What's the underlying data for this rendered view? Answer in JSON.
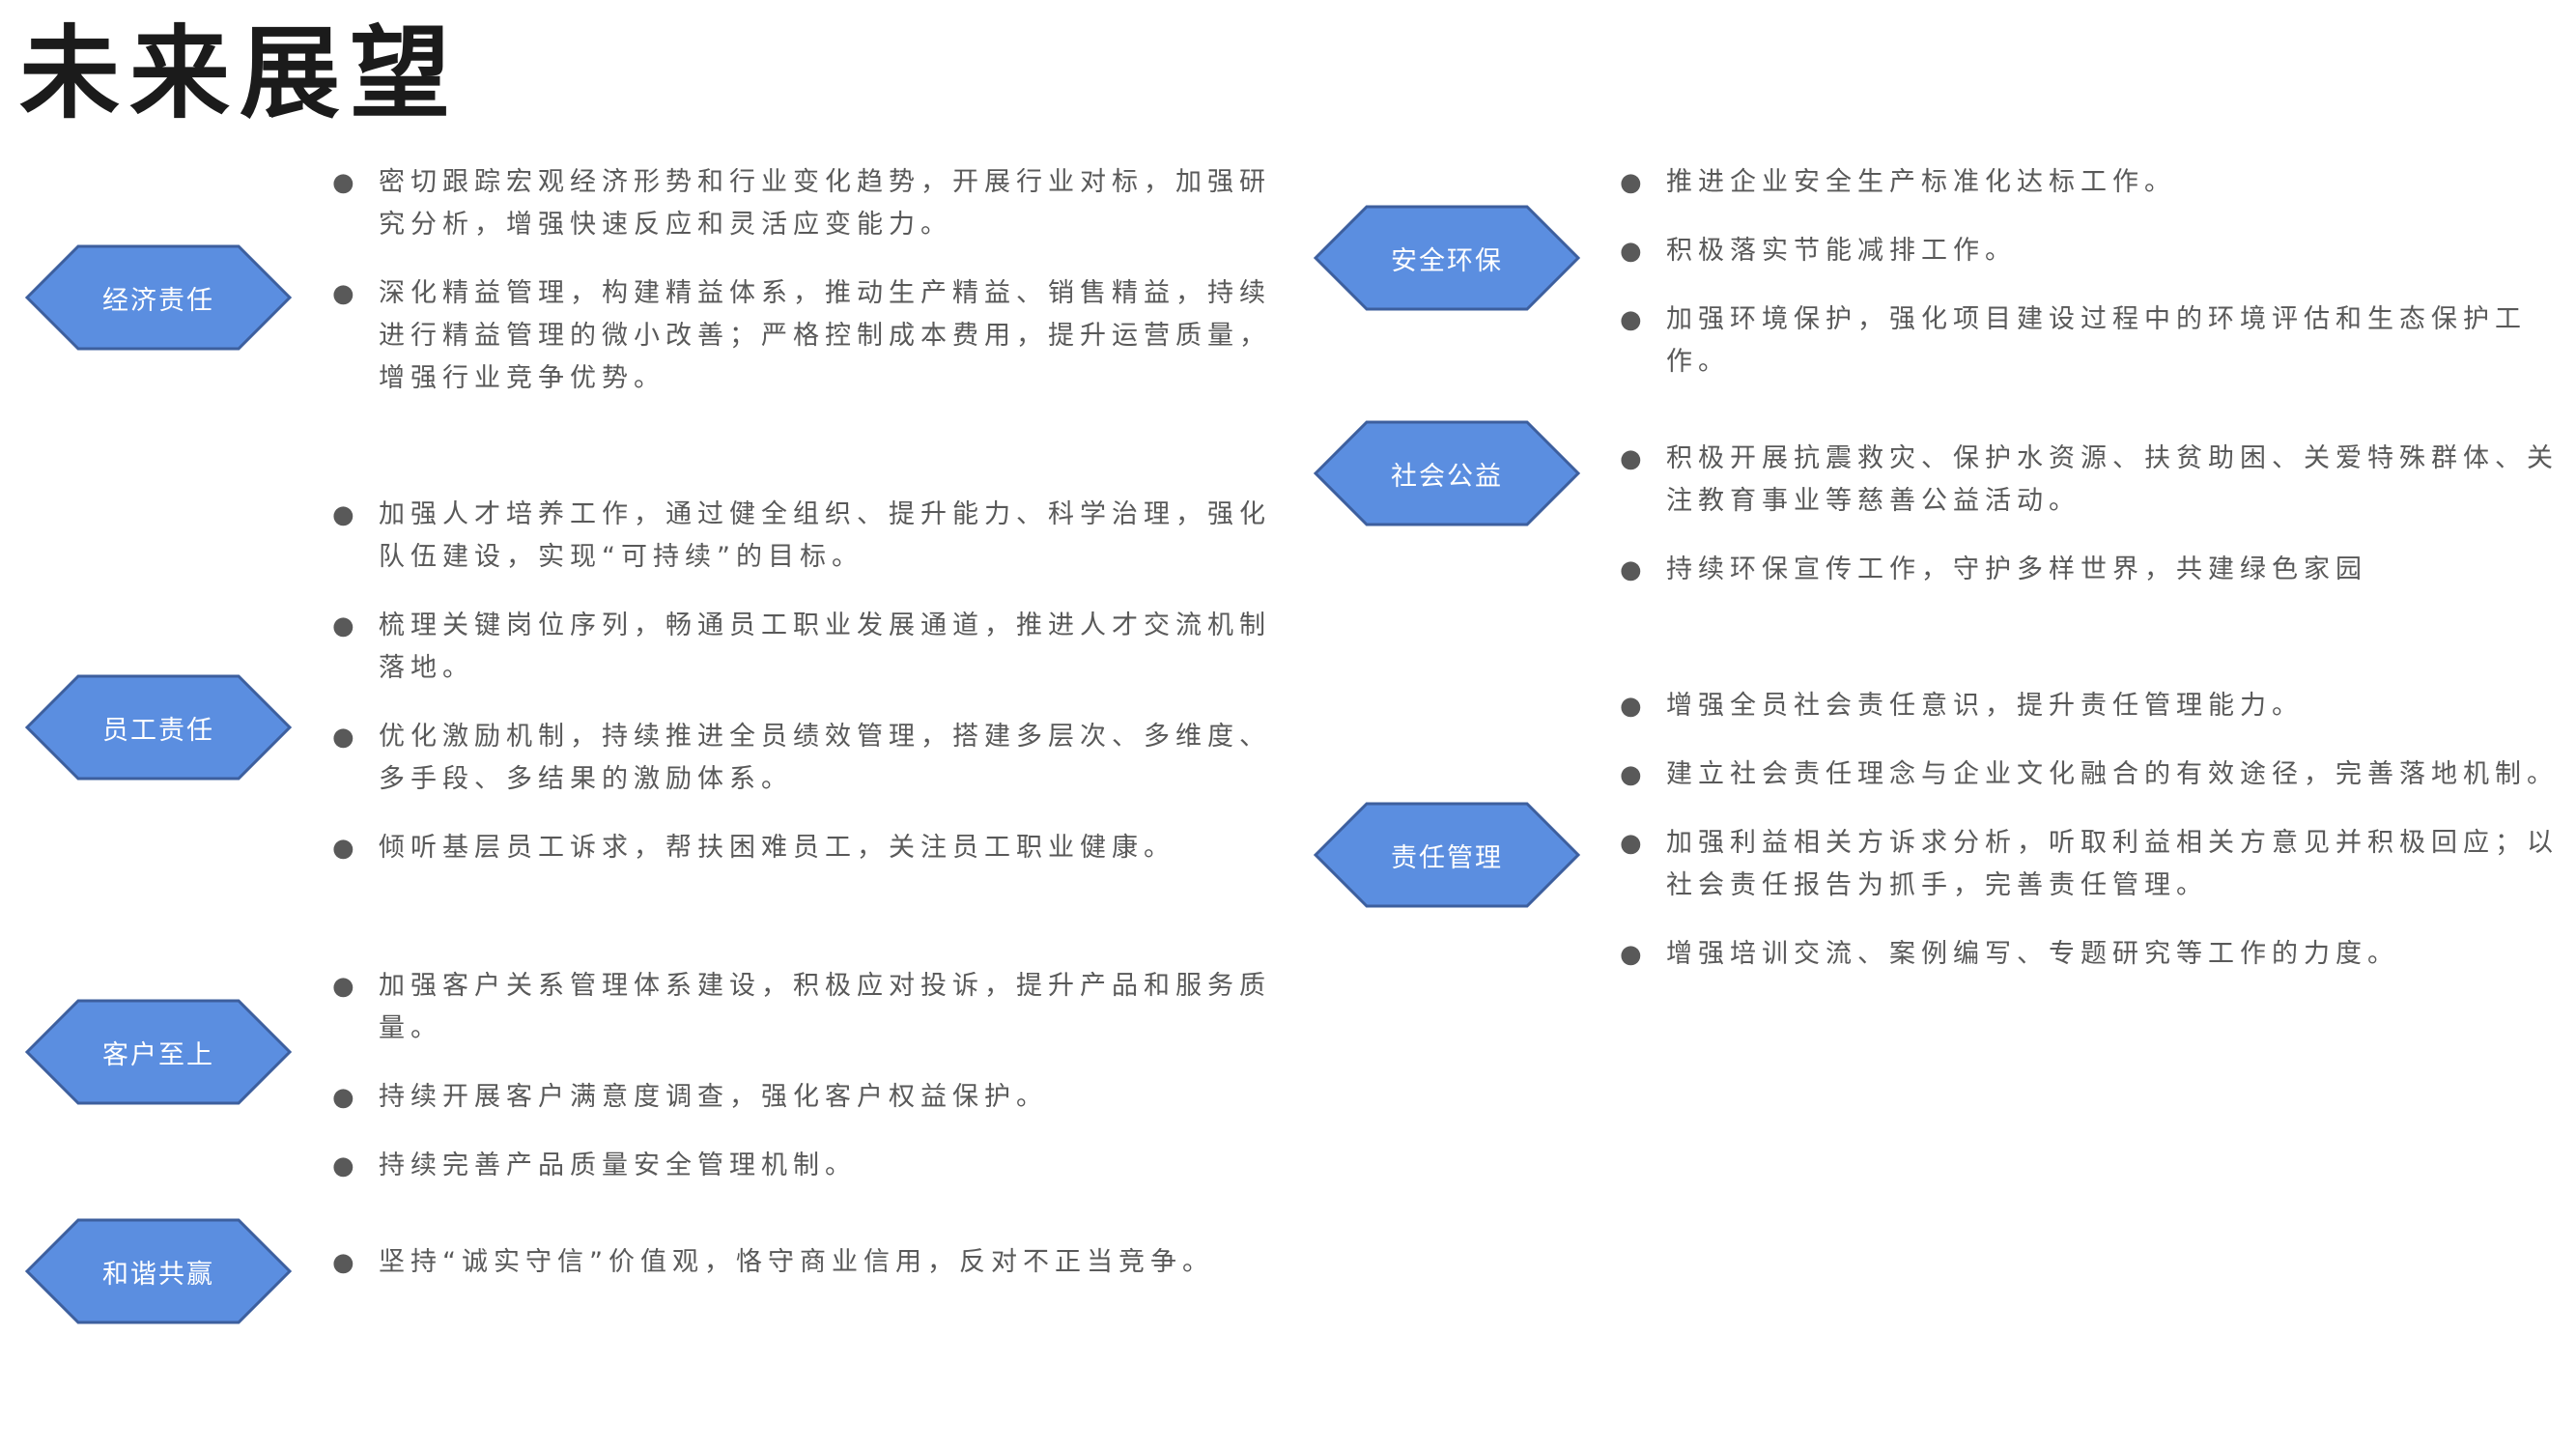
{
  "title": "未来展望",
  "colors": {
    "hex_fill": "#5b8ee0",
    "hex_stroke": "#3d5f9e",
    "text": "#595959"
  },
  "bullet_icon": "bullet-dot-icon",
  "bullet_char": "●",
  "left": [
    {
      "label": "经济责任",
      "items": [
        "密切跟踪宏观经济形势和行业变化趋势，开展行业对标，加强研究分析，增强快速反应和灵活应变能力。",
        "深化精益管理，构建精益体系，推动生产精益、销售精益，持续进行精益管理的微小改善；严格控制成本费用，提升运营质量，增强行业竞争优势。"
      ]
    },
    {
      "label": "员工责任",
      "items": [
        "加强人才培养工作，通过健全组织、提升能力、科学治理，强化队伍建设，实现“可持续”的目标。",
        "梳理关键岗位序列，畅通员工职业发展通道，推进人才交流机制落地。",
        "优化激励机制，持续推进全员绩效管理，搭建多层次、多维度、多手段、多结果的激励体系。",
        "倾听基层员工诉求，帮扶困难员工，关注员工职业健康。"
      ]
    },
    {
      "label": "客户至上",
      "items": [
        "加强客户关系管理体系建设，积极应对投诉，提升产品和服务质量。",
        "持续开展客户满意度调查，强化客户权益保护。",
        "持续完善产品质量安全管理机制。"
      ]
    },
    {
      "label": "和谐共赢",
      "items": [
        "坚持“诚实守信”价值观，恪守商业信用，反对不正当竞争。"
      ]
    }
  ],
  "right": [
    {
      "label": "安全环保",
      "items": [
        "推进企业安全生产标准化达标工作。",
        "积极落实节能减排工作。",
        "加强环境保护，强化项目建设过程中的环境评估和生态保护工作。"
      ]
    },
    {
      "label": "社会公益",
      "items": [
        "积极开展抗震救灾、保护水资源、扶贫助困、关爱特殊群体、关注教育事业等慈善公益活动。",
        "持续环保宣传工作，守护多样世界，共建绿色家园"
      ]
    },
    {
      "label": "责任管理",
      "items": [
        "增强全员社会责任意识，提升责任管理能力。",
        "建立社会责任理念与企业文化融合的有效途径，完善落地机制。",
        "加强利益相关方诉求分析，听取利益相关方意见并积极回应；以社会责任报告为抓手，完善责任管理。",
        "增强培训交流、案例编写、专题研究等工作的力度。"
      ]
    }
  ]
}
